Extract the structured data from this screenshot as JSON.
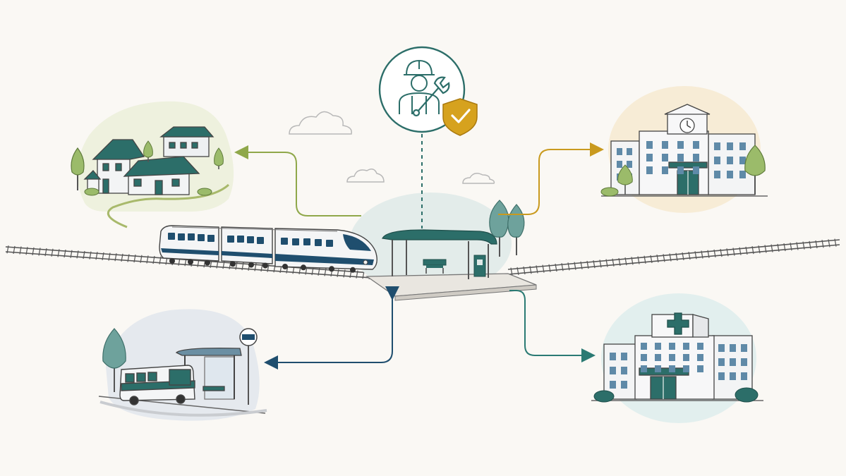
{
  "diagram": {
    "hub": {
      "name": "train-station",
      "elements": [
        "train",
        "railway-track",
        "platform-shelter",
        "bench",
        "ticket-kiosk",
        "trees"
      ]
    },
    "maintenance_node": {
      "icons": [
        "worker-icon",
        "wrench-icon",
        "shield-check-icon"
      ],
      "link_style": "dashed"
    },
    "destinations": [
      {
        "id": "residential",
        "icon": "houses-icon",
        "arrow_color": "#8fa84a",
        "direction": "outbound"
      },
      {
        "id": "school",
        "icon": "school-building-icon",
        "arrow_color": "#c99a1e",
        "direction": "outbound"
      },
      {
        "id": "bus-stop",
        "icon": "bus-stop-icon",
        "arrow_color": "#1f4e6e",
        "direction": "bidirectional"
      },
      {
        "id": "hospital",
        "icon": "hospital-icon",
        "arrow_color": "#2a7a73",
        "direction": "outbound"
      }
    ],
    "colors": {
      "background": "#faf8f4",
      "primary_teal": "#2c6e69",
      "navy": "#1f4e6e",
      "gold": "#d6a21e",
      "green": "#8fa84a",
      "line": "#4a4a4a"
    }
  }
}
